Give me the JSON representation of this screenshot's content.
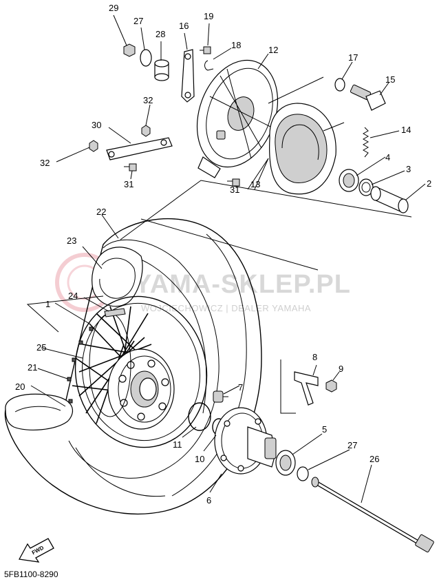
{
  "watermark": {
    "brand": "YAMA-SKLEP.PL",
    "dealer": "WOJCIECHOWICZ | DEALER YAMAHA",
    "logo_color": "#e8a0a8"
  },
  "diagram_code": "5FB1100-8290",
  "fwd_label": "FWD",
  "labels": {
    "p1": "1",
    "p2": "2",
    "p3": "3",
    "p4": "4",
    "p5": "5",
    "p6": "6",
    "p7": "7",
    "p8": "8",
    "p9": "9",
    "p10": "10",
    "p11": "11",
    "p13": "13",
    "p14": "14",
    "p15": "15",
    "p16": "16",
    "p17": "17",
    "p18": "18",
    "p19": "19",
    "p20": "20",
    "p21": "21",
    "p22": "22",
    "p23": "23",
    "p24": "24",
    "p25": "25",
    "p26": "26",
    "p27a": "27",
    "p27b": "27",
    "p28": "28",
    "p29": "29",
    "p30": "30",
    "p31a": "31",
    "p31b": "31",
    "p32a": "32",
    "p32b": "32",
    "p12": "12"
  }
}
